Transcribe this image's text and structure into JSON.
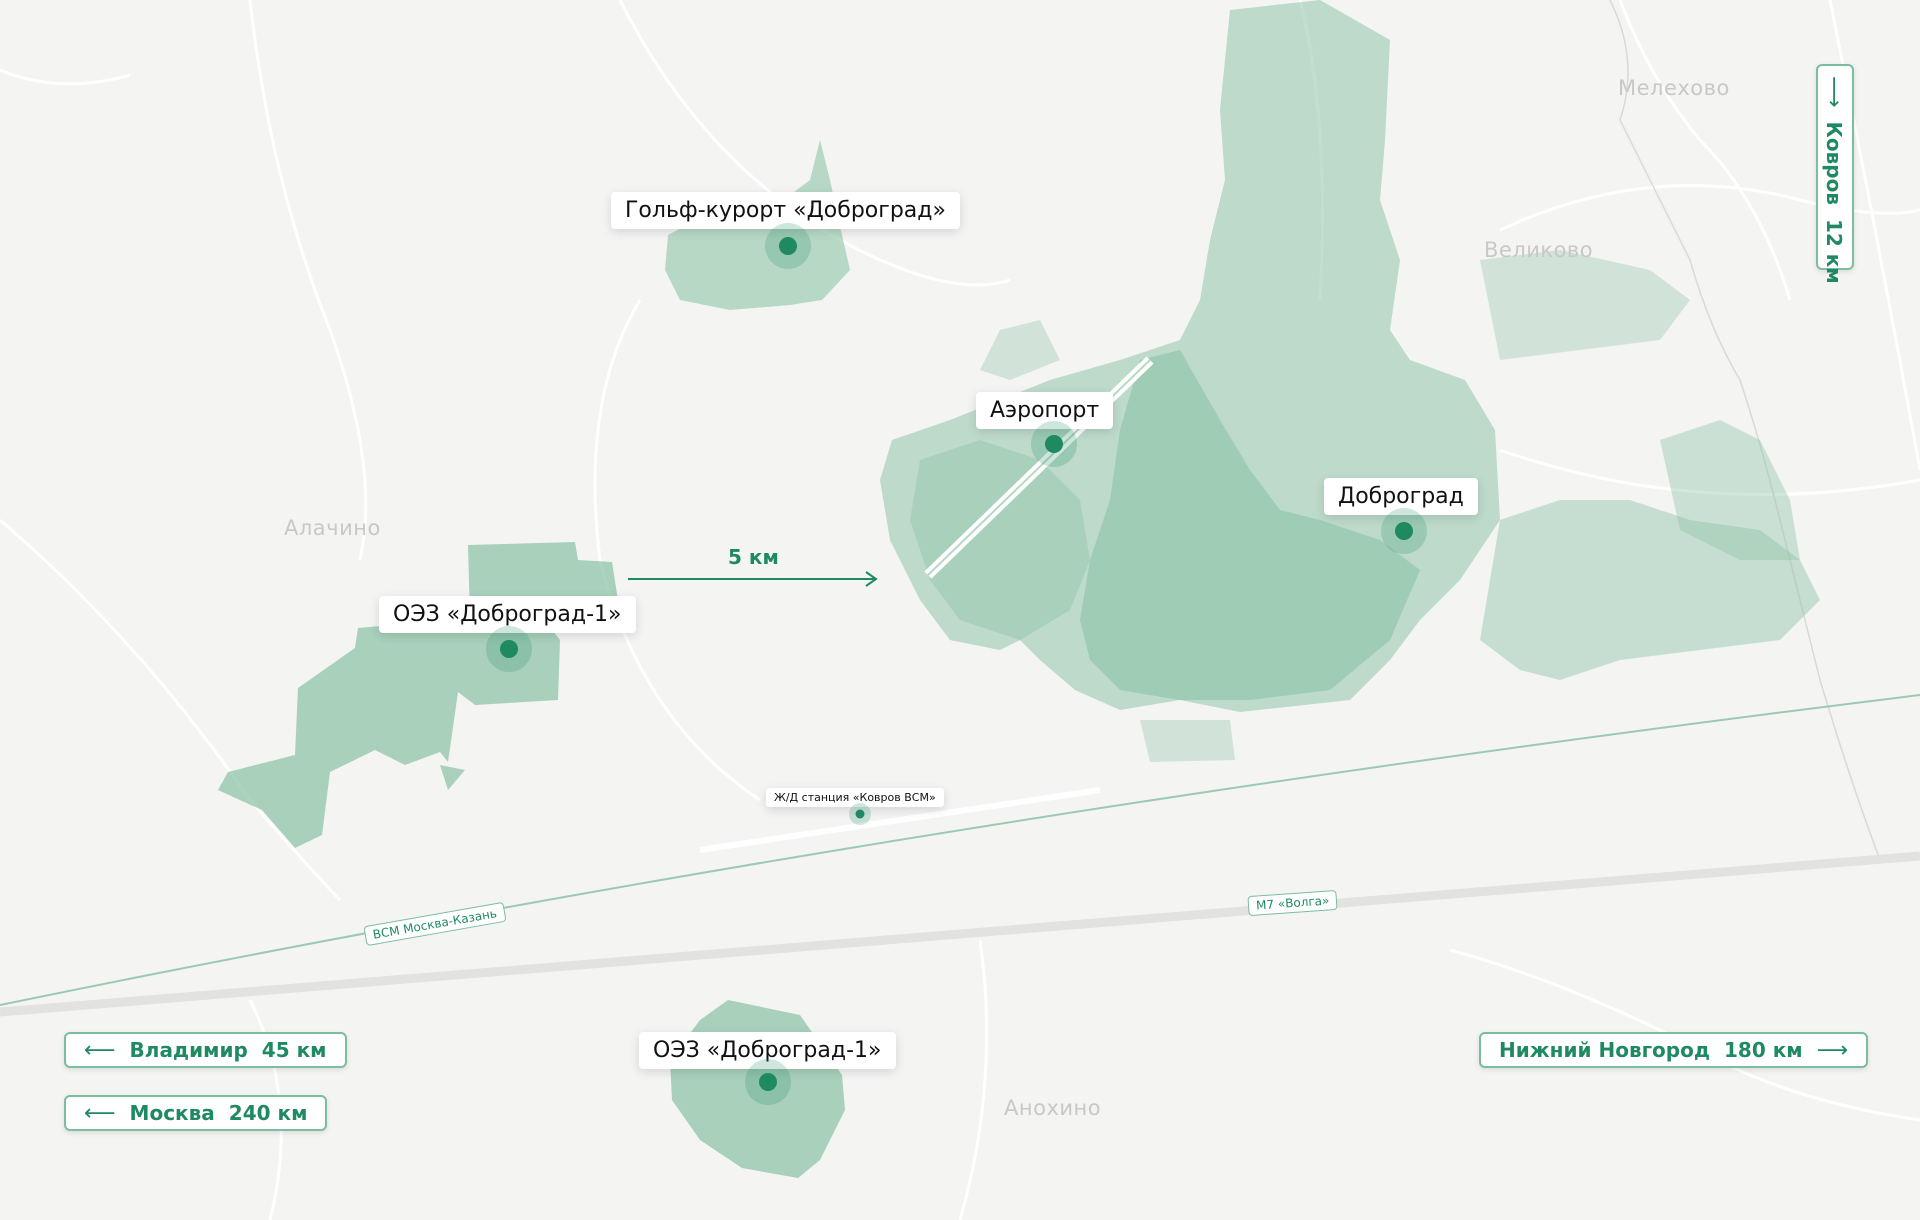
{
  "villages": {
    "melekhovo": "Мелехово",
    "velikovo": "Великово",
    "alachino": "Алачино",
    "anokhino": "Анохино"
  },
  "places": {
    "golf": "Гольф-курорт «Доброград»",
    "airport": "Аэропорт",
    "dobrograd": "Доброград",
    "sez_north": "ОЭЗ «Доброград-1»",
    "sez_south": "ОЭЗ «Доброград-1»",
    "station": "Ж/Д станция «Ковров ВСМ»"
  },
  "distance": {
    "label": "5 км"
  },
  "roads": {
    "hsr": "ВСМ Москва-Казань",
    "m7": "М7 «Волга»"
  },
  "directions": {
    "vladimir": {
      "arrow": "⟵",
      "city": "Владимир",
      "dist": "45 км"
    },
    "moscow": {
      "arrow": "⟵",
      "city": "Москва",
      "dist": "240 км"
    },
    "nn": {
      "arrow": "⟶",
      "city": "Нижний Новгород",
      "dist": "180 км"
    },
    "kovrov": {
      "arrow": "⟵",
      "city": "Ковров",
      "dist": "12 км"
    }
  },
  "colors": {
    "background": "#f4f4f3",
    "accent": "#1f8a62",
    "zone": "#8fc4a8",
    "road": "#ffffff"
  }
}
